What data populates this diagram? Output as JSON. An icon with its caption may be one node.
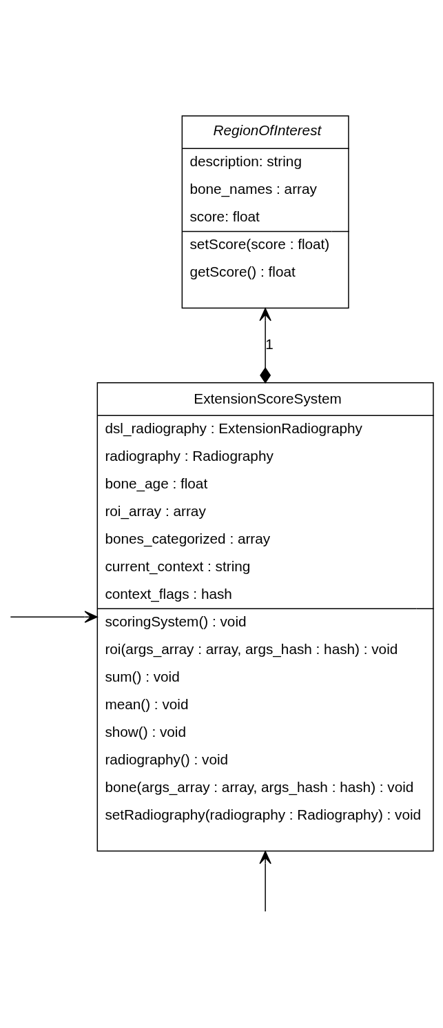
{
  "diagram": {
    "nodes": [
      {
        "text": [
          "RegionOfInterest",
          "description: string",
          "bone_names : array",
          "score: float",
          "setScore(score : float)",
          "getScore() : float"
        ]
      },
      {
        "text": [
          "ExtensionScoreSystem",
          "dsl_radiography : ExtensionRadiography",
          "radiography : Radiography",
          "bone_age : float",
          "roi_array : array",
          "bones_categorized : array",
          "current_context : string",
          "context_flags : hash",
          "scoringSystem() : void",
          "roi(args_array : array, args_hash : hash) : void",
          "sum() : void",
          "mean() : void",
          "show() : void",
          "radiography() : void",
          "bone(args_array : array, args_hash : hash) : void",
          "setRadiography(radiography : Radiography) : void"
        ]
      }
    ],
    "edges": [
      {
        "from": 1,
        "to": 0,
        "arrow": "to",
        "label": "1"
      },
      {
        "from": null,
        "to": 1,
        "arrow": "to"
      },
      {
        "from": null,
        "to": 1,
        "arrow": "to"
      }
    ]
  }
}
